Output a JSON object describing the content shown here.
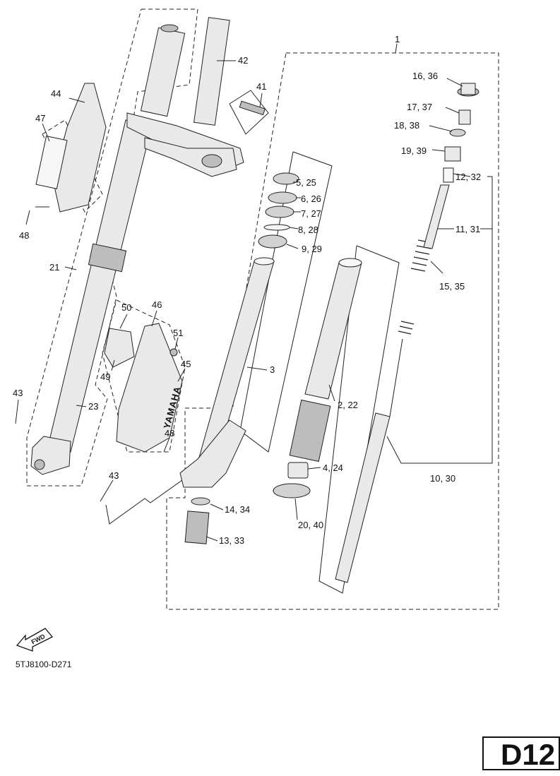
{
  "diagram": {
    "callouts": [
      {
        "id": "c1",
        "text": "1"
      },
      {
        "id": "c42",
        "text": "42"
      },
      {
        "id": "c41",
        "text": "41"
      },
      {
        "id": "c44",
        "text": "44"
      },
      {
        "id": "c47",
        "text": "47"
      },
      {
        "id": "c48a",
        "text": "48"
      },
      {
        "id": "c21",
        "text": "21"
      },
      {
        "id": "c16",
        "text": "16, 36"
      },
      {
        "id": "c17",
        "text": "17, 37"
      },
      {
        "id": "c18",
        "text": "18, 38"
      },
      {
        "id": "c19",
        "text": "19, 39"
      },
      {
        "id": "c12",
        "text": "12, 32"
      },
      {
        "id": "c11",
        "text": "11, 31"
      },
      {
        "id": "c15",
        "text": "15, 35"
      },
      {
        "id": "c5",
        "text": "5, 25"
      },
      {
        "id": "c6",
        "text": "6, 26"
      },
      {
        "id": "c7",
        "text": "7, 27"
      },
      {
        "id": "c8",
        "text": "8, 28"
      },
      {
        "id": "c9",
        "text": "9, 29"
      },
      {
        "id": "c50",
        "text": "50"
      },
      {
        "id": "c46",
        "text": "46"
      },
      {
        "id": "c51",
        "text": "51"
      },
      {
        "id": "c49",
        "text": "49"
      },
      {
        "id": "c45",
        "text": "45"
      },
      {
        "id": "c3",
        "text": "3"
      },
      {
        "id": "c2",
        "text": "2, 22"
      },
      {
        "id": "c43a",
        "text": "43"
      },
      {
        "id": "c23",
        "text": "23"
      },
      {
        "id": "c48b",
        "text": "48"
      },
      {
        "id": "c4",
        "text": "4, 24"
      },
      {
        "id": "c10",
        "text": "10, 30"
      },
      {
        "id": "c43b",
        "text": "43"
      },
      {
        "id": "c14",
        "text": "14, 34"
      },
      {
        "id": "c20",
        "text": "20, 40"
      },
      {
        "id": "c13",
        "text": "13, 33"
      }
    ],
    "guard_logo": "YAMAHA",
    "fwd_label": "FWD",
    "diagram_code": "5TJ8100-D271",
    "page_code": "D12"
  }
}
